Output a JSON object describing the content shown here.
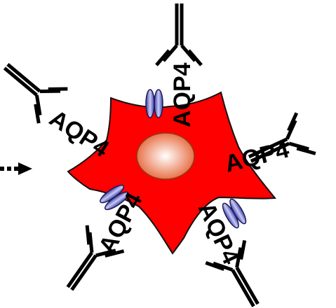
{
  "colors": {
    "cell": "#ff0000",
    "cell_outline": "#111111",
    "nucleus_center": "#ffffff",
    "nucleus_edge": "#e8734a",
    "channel": "#6b6fd6",
    "antibody": "#000000"
  },
  "labels": {
    "top": "AQP4",
    "upper_left": "AQP4",
    "right": "AQP4",
    "lower_left": "AQP4",
    "lower_right": "AQP4"
  }
}
